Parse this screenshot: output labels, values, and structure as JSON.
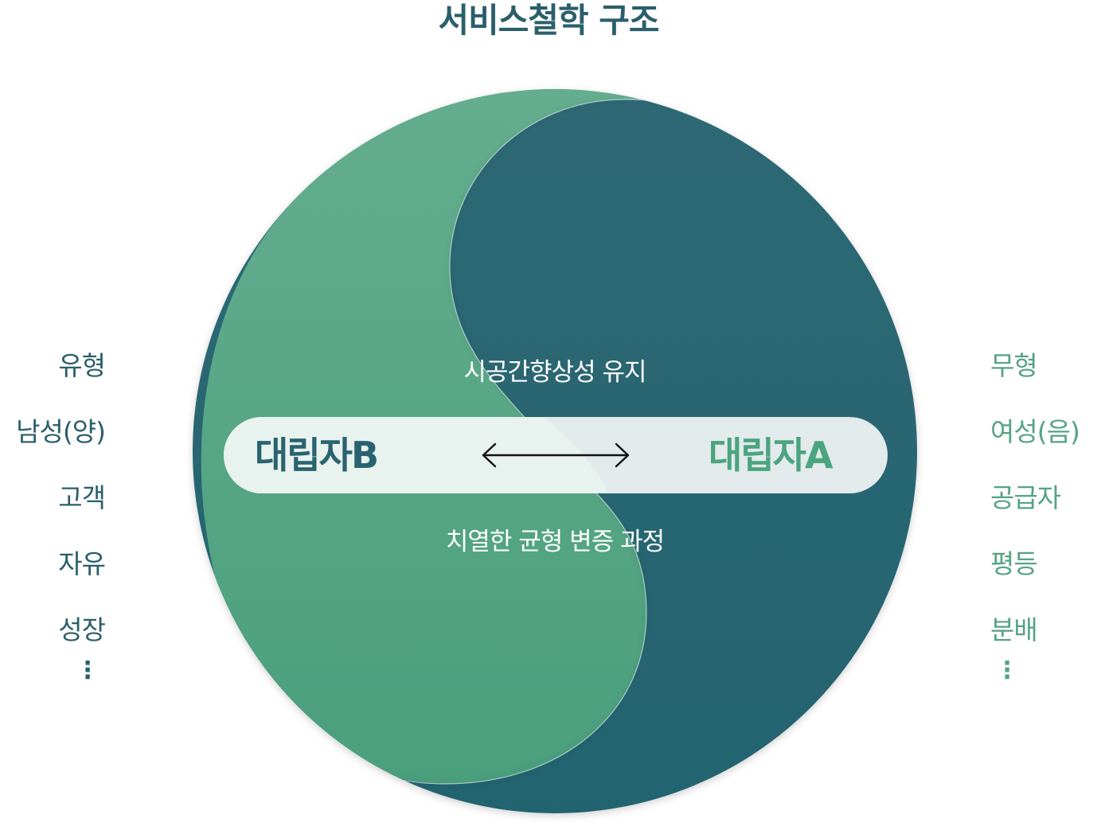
{
  "title": "서비스철학 구조",
  "colors": {
    "green": "#55a383",
    "teal": "#2a6370",
    "title": "#2a5f6b",
    "pill_left": "#e8f2ee",
    "pill_right": "#e2eaeb"
  },
  "left_list": {
    "items": [
      "유형",
      "남성(양)",
      "고객",
      "자유",
      "성장"
    ],
    "more": "⋮"
  },
  "right_list": {
    "items": [
      "무형",
      "여성(음)",
      "공급자",
      "평등",
      "분배"
    ],
    "more": "⋮"
  },
  "diagram": {
    "top_text": "시공간향상성 유지",
    "bottom_text": "치열한 균형 변증 과정",
    "left_party": "대립자B",
    "right_party": "대립자A",
    "arrow_icon": "double-arrow-icon"
  }
}
